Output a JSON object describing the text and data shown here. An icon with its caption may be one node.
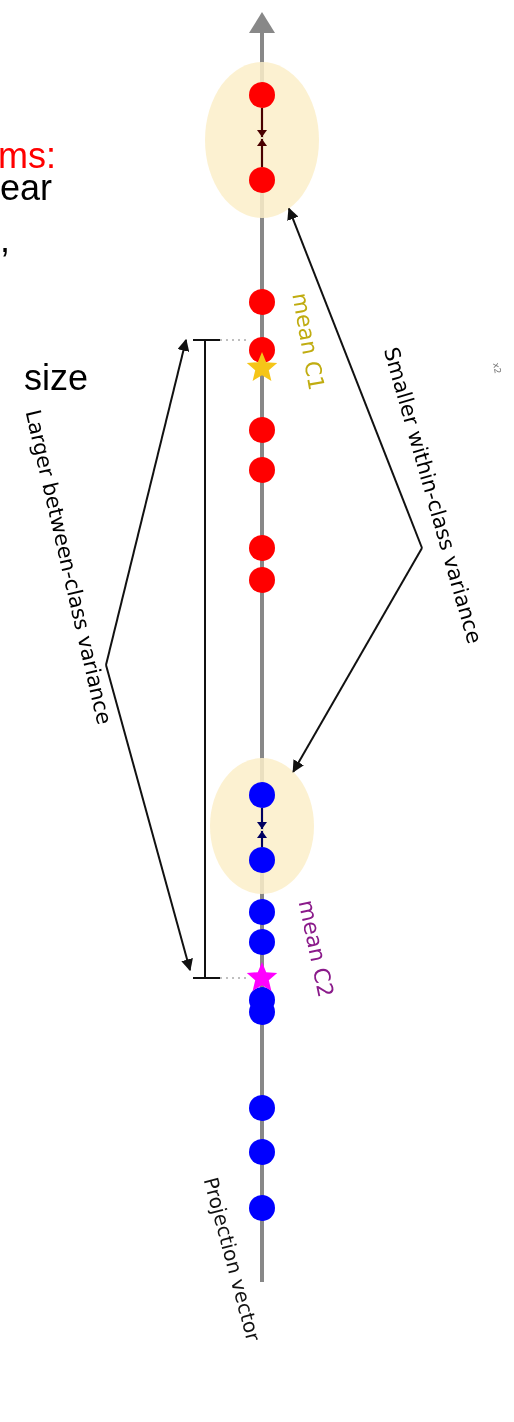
{
  "diagram": {
    "nodes": [
      {
        "text": [
          "Smaller within-class variance"
        ]
      },
      {
        "text": [],
        "shape": "ellipse"
      },
      {
        "text": [],
        "shape": "ellipse"
      },
      {
        "text": [
          "Larger between-class variance"
        ]
      }
    ],
    "edges": [
      {
        "from": 0,
        "to": 1,
        "arrow": "to"
      },
      {
        "from": 0,
        "to": 2,
        "arrow": "to"
      },
      {
        "from": 3,
        "to": null,
        "arrow": "to"
      },
      {
        "from": 3,
        "to": null,
        "arrow": "to"
      }
    ],
    "labels": [
      "ms:",
      "ear",
      ",",
      "size",
      "mean C1",
      "mean C2",
      "Projection vector",
      "x2"
    ]
  }
}
